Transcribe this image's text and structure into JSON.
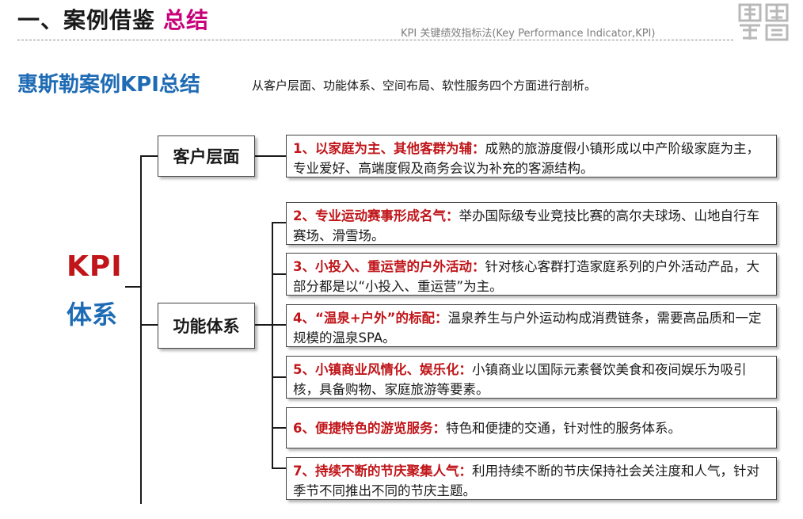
{
  "header": {
    "title": "一、案例借鉴",
    "title_accent": "总结",
    "subtitle": "KPI 关键绩效指标法(Key Performance Indicator,KPI)"
  },
  "section": {
    "title": "惠斯勒案例KPI总结",
    "description": "从客户层面、功能体系、空间布局、软性服务四个方面进行剖析。"
  },
  "root": {
    "line1": "KPI",
    "line2": "体系"
  },
  "colors": {
    "accent_magenta": "#c8007a",
    "title_blue": "#1e6bb5",
    "highlight_red": "#c0161a"
  },
  "categories": [
    {
      "label": "客户层面",
      "items": [
        {
          "highlight": "1、以家庭为主、其他客群为辅：",
          "text": "成熟的旅游度假小镇形成以中产阶级家庭为主，专业爱好、高端度假及商务会议为补充的客源结构。"
        }
      ]
    },
    {
      "label": "功能体系",
      "items": [
        {
          "highlight": "2、专业运动赛事形成名气：",
          "text": "举办国际级专业竞技比赛的高尔夫球场、山地自行车赛场、滑雪场。"
        },
        {
          "highlight": "3、小投入、重运营的户外活动：",
          "text": "针对核心客群打造家庭系列的户外活动产品，大部分都是以“小投入、重运营”为主。"
        },
        {
          "highlight": "4、“温泉+户外”的标配：",
          "text": "温泉养生与户外运动构成消费链条，需要高品质和一定规模的温泉SPA。"
        },
        {
          "highlight": "5、小镇商业风情化、娱乐化：",
          "text": "小镇商业以国际元素餐饮美食和夜间娱乐为吸引核，具备购物、家庭旅游等要素。"
        },
        {
          "highlight": "6、便捷特色的游览服务：",
          "text": "特色和便捷的交通，针对性的服务体系。"
        },
        {
          "highlight": "7、持续不断的节庆聚集人气：",
          "text": "利用持续不断的节庆保持社会关注度和人气，针对季节不同推出不同的节庆主题。"
        }
      ]
    }
  ]
}
